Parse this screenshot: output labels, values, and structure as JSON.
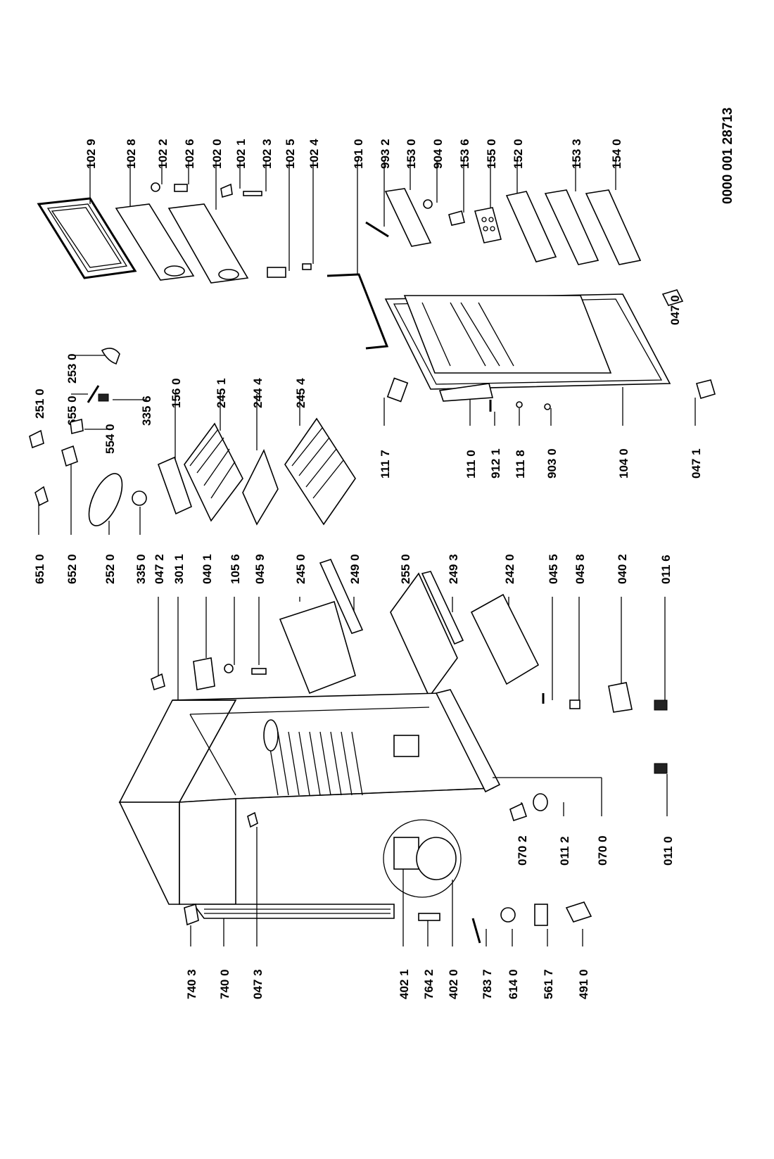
{
  "document_number": "0000 001 28713",
  "parts": {
    "p1029": "102 9",
    "p1028": "102 8",
    "p1022": "102 2",
    "p1026": "102 6",
    "p1020": "102 0",
    "p1021": "102 1",
    "p1023": "102 3",
    "p1025": "102 5",
    "p1024": "102 4",
    "p1910": "191 0",
    "p9932": "993 2",
    "p1530": "153 0",
    "p9040": "904 0",
    "p1536": "153 6",
    "p1550": "155 0",
    "p1520": "152 0",
    "p1533": "153 3",
    "p1540": "154 0",
    "p2530": "253 0",
    "p2510": "251 0",
    "p6550": "655 0",
    "p3356": "335 6",
    "p5540": "554 0",
    "p1560": "156 0",
    "p2451": "245 1",
    "p2444": "244 4",
    "p2454": "245 4",
    "p6510": "651 0",
    "p6520": "652 0",
    "p2520": "252 0",
    "p3350": "335 0",
    "p0472": "047 2",
    "p3011": "301 1",
    "p0401": "040 1",
    "p1056": "105 6",
    "p0459": "045 9",
    "p2450": "245 0",
    "p2490": "249 0",
    "p2550": "255 0",
    "p2493": "249 3",
    "p2420": "242 0",
    "p0455": "045 5",
    "p0458": "045 8",
    "p0402": "040 2",
    "p0116": "011 6",
    "p1117": "111 7",
    "p1110": "111 0",
    "p9121": "912 1",
    "p1118": "111 8",
    "p9030": "903 0",
    "p1040": "104 0",
    "p0471": "047 1",
    "p0470": "047 0",
    "p0702": "070 2",
    "p0112": "011 2",
    "p0700": "070 0",
    "p0110": "011 0",
    "p7403": "740 3",
    "p7400": "740 0",
    "p0473": "047 3",
    "p4021": "402 1",
    "p7642": "764 2",
    "p4020": "402 0",
    "p7837": "783 7",
    "p6140": "614 0",
    "p5617": "561 7",
    "p4910": "491 0"
  }
}
